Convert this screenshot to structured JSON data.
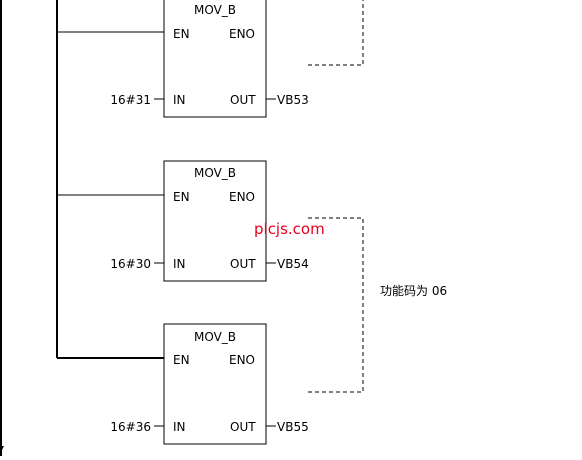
{
  "colors": {
    "line": "#000000",
    "background": "#ffffff",
    "watermark": "#e8001c"
  },
  "blocks": [
    {
      "title": "MOV_B",
      "en": "EN",
      "eno": "ENO",
      "in_label": "IN",
      "out_label": "OUT",
      "in_value": "16#31",
      "out_value": "VB53"
    },
    {
      "title": "MOV_B",
      "en": "EN",
      "eno": "ENO",
      "in_label": "IN",
      "out_label": "OUT",
      "in_value": "16#30",
      "out_value": "VB54"
    },
    {
      "title": "MOV_B",
      "en": "EN",
      "eno": "ENO",
      "in_label": "IN",
      "out_label": "OUT",
      "in_value": "16#36",
      "out_value": "VB55"
    }
  ],
  "watermark": "plcjs.com",
  "annotation": "功能码为 06"
}
